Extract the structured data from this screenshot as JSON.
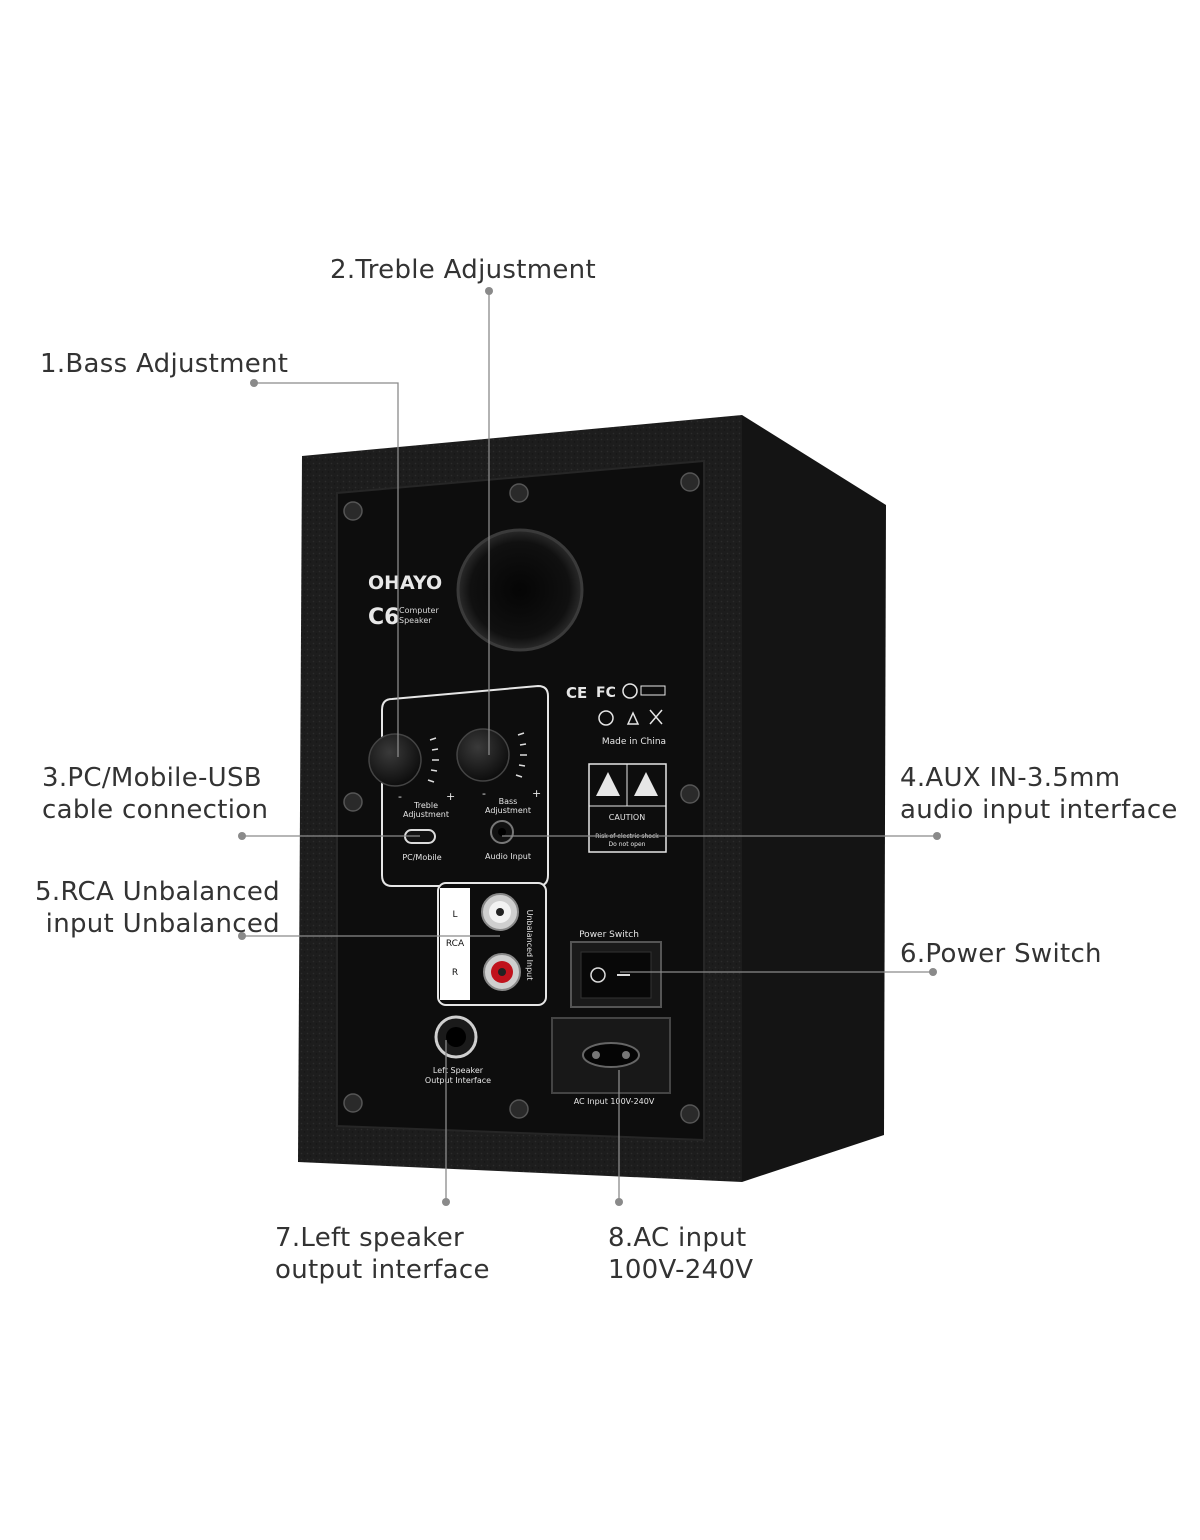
{
  "brand": {
    "logo_text": "OHAYO",
    "model": "C6",
    "model_sub_1": "Computer",
    "model_sub_2": "Speaker"
  },
  "panel": {
    "treble_label_1": "Treble",
    "treble_label_2": "Adjustment",
    "bass_label_1": "Bass",
    "bass_label_2": "Adjustment",
    "minus": "-",
    "plus": "+",
    "usb_label": "PC/Mobile",
    "audio_label": "Audio Input",
    "rca_side_label": "Unbalanced Input",
    "rca_l": "L",
    "rca_mid": "RCA",
    "rca_r": "R",
    "left_out_1": "Left Speaker",
    "left_out_2": "Output Interface",
    "power_label": "Power Switch",
    "ac_label": "AC Input 100V-240V",
    "made_in": "Made in China",
    "caution": "CAUTION",
    "warn_1": "Risk of electric shock",
    "warn_2": "Do not open",
    "cert_ce": "CE",
    "cert_fc": "FC"
  },
  "callouts": {
    "c1": {
      "line1": "1.Bass Adjustment"
    },
    "c2": {
      "line1": "2.Treble Adjustment"
    },
    "c3": {
      "line1": "3.PC/Mobile-USB",
      "line2": "cable connection"
    },
    "c4": {
      "line1": "4.AUX IN-3.5mm",
      "line2": "audio input interface"
    },
    "c5": {
      "line1": "5.RCA Unbalanced",
      "line2": "input Unbalanced"
    },
    "c6": {
      "line1": "6.Power Switch"
    },
    "c7": {
      "line1": "7.Left speaker",
      "line2": "output interface"
    },
    "c8": {
      "line1": "8.AC input",
      "line2": "100V-240V"
    }
  },
  "colors": {
    "cabinet": "#1c1c1c",
    "panel": "#0e0e0e",
    "line": "#8a8a8a",
    "text": "#333333",
    "rca_red": "#c0121c"
  }
}
